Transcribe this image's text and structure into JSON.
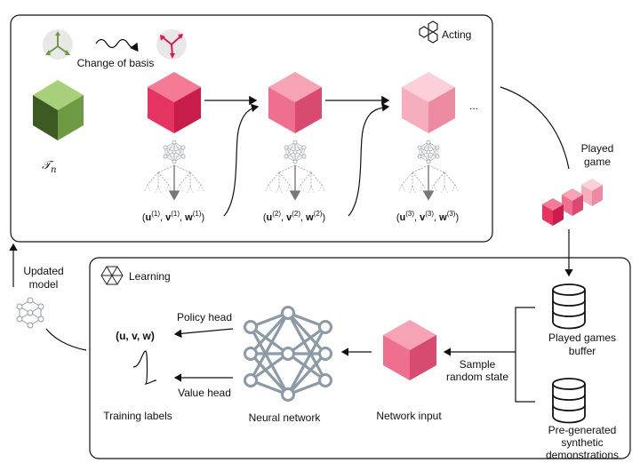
{
  "acting": {
    "label": "Acting"
  },
  "learning": {
    "label": "Learning"
  },
  "change_of_basis": "Change of basis",
  "tensor_label": "𝒯",
  "tensor_sub": "n",
  "ellipsis": "...",
  "triplets": [
    {
      "u": "u",
      "v": "v",
      "w": "w",
      "sup": "(1)"
    },
    {
      "u": "u",
      "v": "v",
      "w": "w",
      "sup": "(2)"
    },
    {
      "u": "u",
      "v": "v",
      "w": "w",
      "sup": "(3)"
    }
  ],
  "played_game": {
    "line1": "Played",
    "line2": "game"
  },
  "updated_model": {
    "line1": "Updated",
    "line2": "model"
  },
  "policy_head": "Policy head",
  "value_head": "Value head",
  "output_uvw": "(u, v, w)",
  "training_labels": "Training labels",
  "neural_network": "Neural network",
  "network_input": "Network input",
  "sample": {
    "line1": "Sample",
    "line2": "random state"
  },
  "played_buffer": {
    "line1": "Played games",
    "line2": "buffer"
  },
  "synthetic": {
    "line1": "Pre-generated",
    "line2": "synthetic",
    "line3": "demonstrations"
  },
  "colors": {
    "green_top": "#a8cf7a",
    "green_left": "#6f9a44",
    "green_right": "#3d5a22",
    "pink1_top": "#f47a95",
    "pink1_left": "#e63461",
    "pink1_right": "#c81d4a",
    "pink2_top": "#f7a3b6",
    "pink2_left": "#ef6f8f",
    "pink2_right": "#d84a70",
    "pink3_top": "#fbd0da",
    "pink3_left": "#f6adbd",
    "pink3_right": "#eb8aa1",
    "net": "#8c9aa6"
  }
}
